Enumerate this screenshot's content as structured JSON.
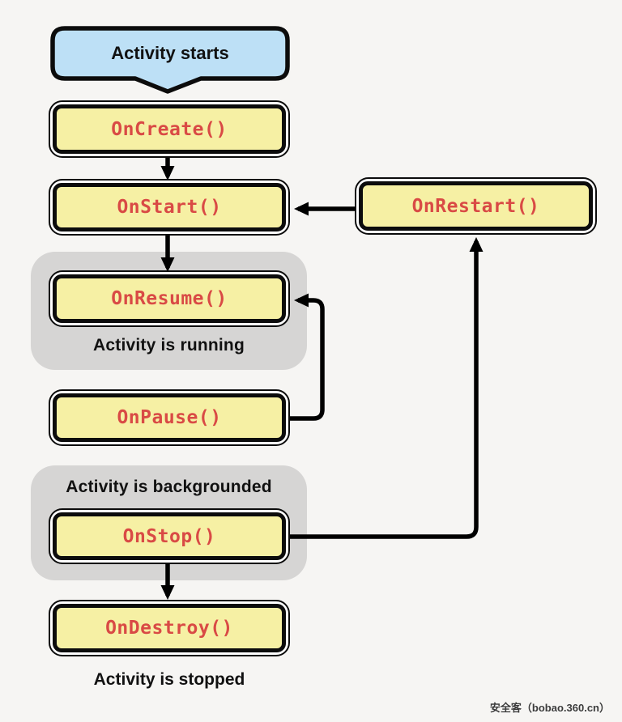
{
  "diagram": {
    "start_node": {
      "label": "Activity starts",
      "fill": "#BDE0F6"
    },
    "nodes": [
      {
        "id": "oncreate",
        "label": "OnCreate()"
      },
      {
        "id": "onstart",
        "label": "OnStart()"
      },
      {
        "id": "onrestart",
        "label": "OnRestart()"
      },
      {
        "id": "onresume",
        "label": "OnResume()"
      },
      {
        "id": "onpause",
        "label": "OnPause()"
      },
      {
        "id": "onstop",
        "label": "OnStop()"
      },
      {
        "id": "ondestroy",
        "label": "OnDestroy()"
      }
    ],
    "group_labels": {
      "running": "Activity is running",
      "backgrounded": "Activity is backgrounded",
      "stopped": "Activity is stopped"
    },
    "edges": [
      {
        "from": "start",
        "to": "oncreate"
      },
      {
        "from": "oncreate",
        "to": "onstart"
      },
      {
        "from": "onstart",
        "to": "onresume"
      },
      {
        "from": "onrestart",
        "to": "onstart"
      },
      {
        "from": "onpause",
        "to": "onresume"
      },
      {
        "from": "onstop",
        "to": "onrestart"
      },
      {
        "from": "onstop",
        "to": "ondestroy"
      }
    ],
    "colors": {
      "node_fill": "#F6F0A4",
      "start_fill": "#BDE0F6",
      "group_fill": "#D6D5D4",
      "node_text": "#D94A45",
      "line": "#000000",
      "background": "#F6F5F3"
    }
  },
  "watermark": {
    "text": "安全客（bobao.360.cn）"
  }
}
